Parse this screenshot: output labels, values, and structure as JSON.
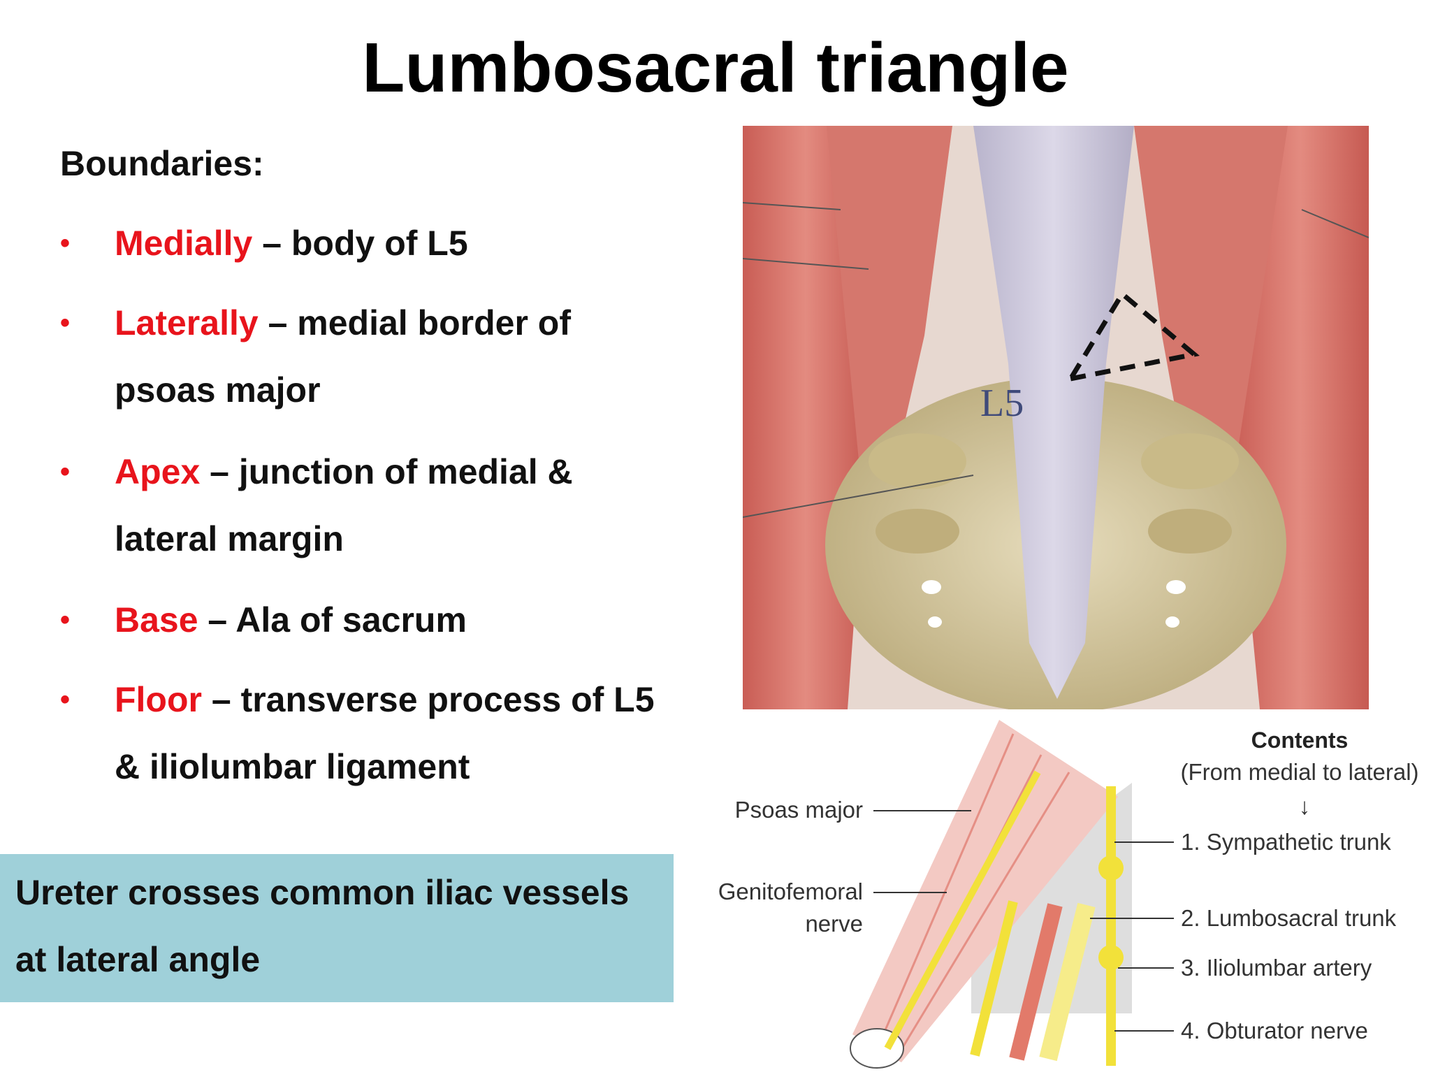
{
  "title": "Lumbosacral triangle",
  "boundaries_heading": "Boundaries:",
  "bullets": [
    {
      "term": "Medially",
      "line1_rest": " – body of L5",
      "line2": ""
    },
    {
      "term": "Laterally",
      "line1_rest": " – medial border of",
      "line2": "psoas major"
    },
    {
      "term": "Apex",
      "line1_rest": " – junction of medial &",
      "line2": "lateral margin"
    },
    {
      "term": "Base",
      "line1_rest": " – Ala of sacrum",
      "line2": ""
    },
    {
      "term": "Floor",
      "line1_rest": " – transverse process of L5",
      "line2": "& iliolumbar ligament"
    }
  ],
  "bullet_symbol": "•",
  "note": {
    "line1": "Ureter crosses common iliac vessels",
    "line2": "at lateral angle"
  },
  "photo": {
    "vertebra_label": "L5"
  },
  "diagram": {
    "contents_heading": "Contents",
    "contents_sub": "(From medial to lateral)",
    "arrow": "↓",
    "left_labels": [
      "Psoas major",
      "Genitofemoral",
      "nerve"
    ],
    "right_labels": [
      "1. Sympathetic trunk",
      "2. Lumbosacral trunk",
      "3. Iliolumbar artery",
      "4. Obturator nerve"
    ]
  },
  "colors": {
    "accent_red": "#e8141c",
    "note_box": "#9fd0d9",
    "muscle": "#d9756b",
    "bone": "#d8cda8",
    "ligament": "#c9c5d8",
    "nerve_yellow": "#f2e13a",
    "artery": "#e27a6a"
  }
}
